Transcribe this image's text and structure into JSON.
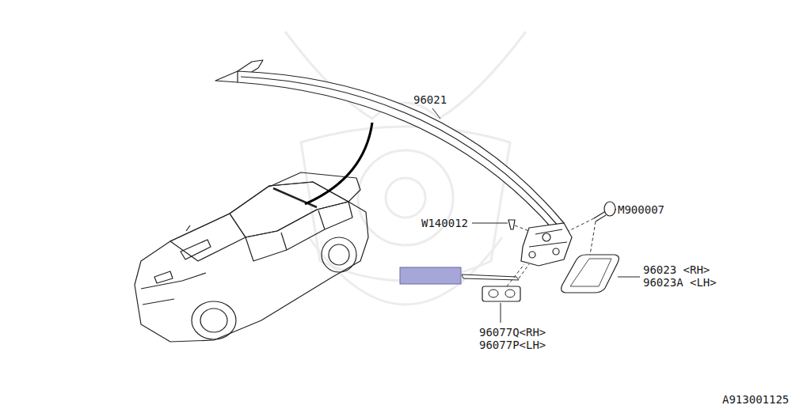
{
  "diagram": {
    "labels": [
      "96021",
      "W140012",
      "M900007",
      "96023 <RH>",
      "96023A <LH>",
      "96077Q<RH>",
      "96077P<LH>",
      "A913001125"
    ]
  }
}
